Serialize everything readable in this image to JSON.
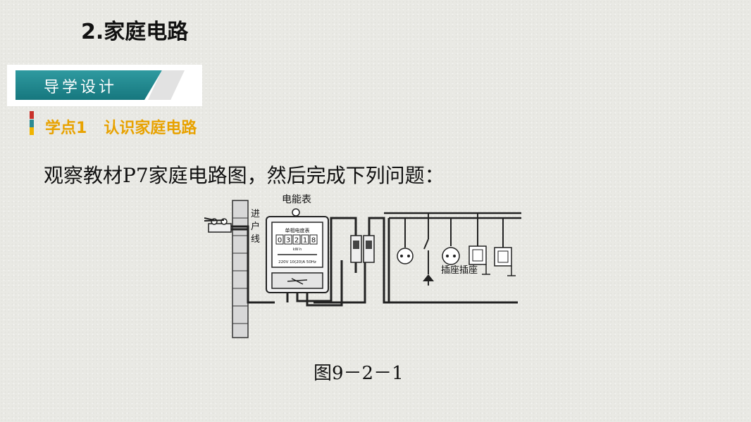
{
  "section_title": "2.家庭电路",
  "banner": {
    "label": "导学设计"
  },
  "point": {
    "title": "学点1",
    "subtitle": "认识家庭电路"
  },
  "marker_colors": [
    "#c8322b",
    "#2a8a92",
    "#f0b400"
  ],
  "instruction": "观察教材P7家庭电路图，然后完成下列问题：",
  "figure": {
    "meter_label": "电能表",
    "incoming_label": "进户线",
    "meter_title": "单相电度表",
    "meter_digits": [
      "0",
      "3",
      "2",
      "1",
      "8"
    ],
    "meter_unit": "kW·h",
    "meter_spec": "220V 10(20)A 50Hz",
    "socket_label": "插座插座"
  },
  "caption": "图9－2－1"
}
